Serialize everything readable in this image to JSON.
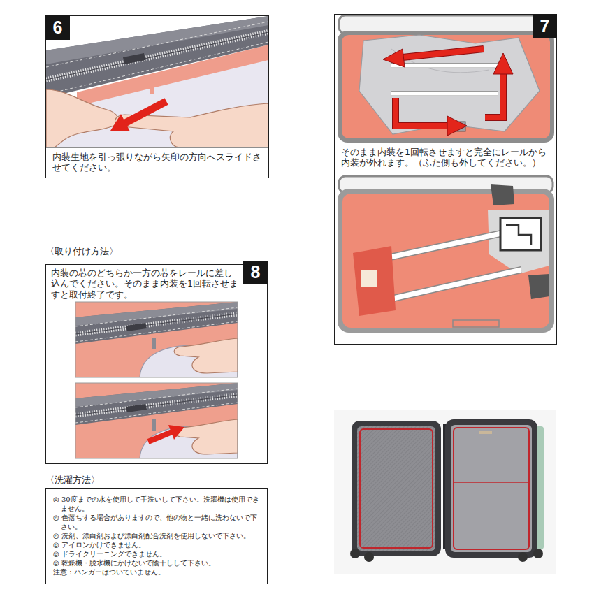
{
  "diagram": {
    "nodes": [
      {
        "text": [
          "内装生地を引っ張りながら矢印の方向へスライドさせてください。"
        ]
      },
      {
        "text": [
          "6"
        ],
        "in": 0
      },
      {
        "text": [
          "そのまま内装を1回転させますと完全にレールから内装が外れます。（ふた側も外してください。）"
        ]
      },
      {
        "text": [
          "7"
        ],
        "in": 2
      },
      {
        "text": [
          "内装の芯のどちらか一方の芯をレールに差し込んでください。そのまま内装を1回転させますと取付終了です。"
        ]
      },
      {
        "text": [
          "8"
        ],
        "in": 4
      },
      {
        "text": [
          "◎ 30度までの水を使用して手洗いして下さい。洗濯機は使用できません。",
          "◎ 色落ちする場合がありますので、他の物と一緒に洗わないで下さい。",
          "◎ 洗剤、漂白剤および漂白剤配合洗剤を使用しないで下さい。",
          "◎ アイロンかけできません。",
          "◎ ドライクリーニングできません。",
          "◎ 乾燥機・脱水機にかけないで陰干しして下さい。",
          "注意：ハンガーはついていません。"
        ]
      }
    ],
    "labels": [
      "〈取り付け方法〉",
      "〈洗濯方法〉"
    ]
  }
}
